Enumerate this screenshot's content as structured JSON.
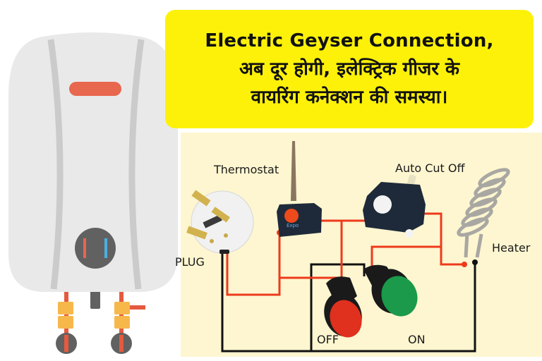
{
  "title": {
    "line1": "Electric Geyser Connection,",
    "line2": "अब दूर होगी, इलेक्ट्रिक गीजर के",
    "line3": "वायरिंग कनेक्शन की समस्या।"
  },
  "diagram": {
    "labels": {
      "thermostat": "Thermostat",
      "auto_cut_off": "Auto Cut Off",
      "plug": "PLUG",
      "heater": "Heater",
      "off": "OFF",
      "on": "ON"
    },
    "thermostat_brand": "Expo",
    "colors": {
      "title_bg": "#fdf10a",
      "diagram_bg": "#fdf6d0",
      "live_wire": "#ee3a1c",
      "neutral_wire": "#111111",
      "off_lamp": "#e0301e",
      "on_lamp": "#1a9a4a"
    }
  },
  "geyser": {
    "body_color": "#e9e9ea",
    "indicator_color": "#e8674f",
    "knob_color": "#616161"
  }
}
